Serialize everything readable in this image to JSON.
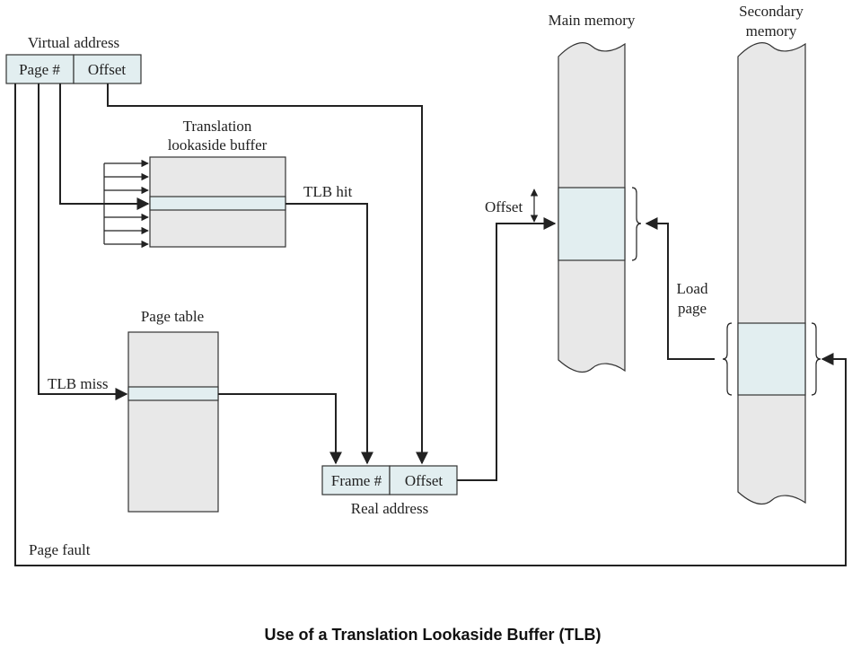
{
  "labels": {
    "virtual_address": "Virtual address",
    "page_num": "Page #",
    "offset": "Offset",
    "tlb_title_1": "Translation",
    "tlb_title_2": "lookaside buffer",
    "tlb_hit": "TLB hit",
    "page_table": "Page table",
    "tlb_miss": "TLB miss",
    "frame_num": "Frame #",
    "real_offset": "Offset",
    "real_address": "Real address",
    "offset_mm": "Offset",
    "main_memory": "Main memory",
    "secondary_1": "Secondary",
    "secondary_2": "memory",
    "load_1": "Load",
    "load_2": "page",
    "page_fault": "Page fault"
  },
  "caption": "Use of a Translation Lookaside Buffer (TLB)"
}
